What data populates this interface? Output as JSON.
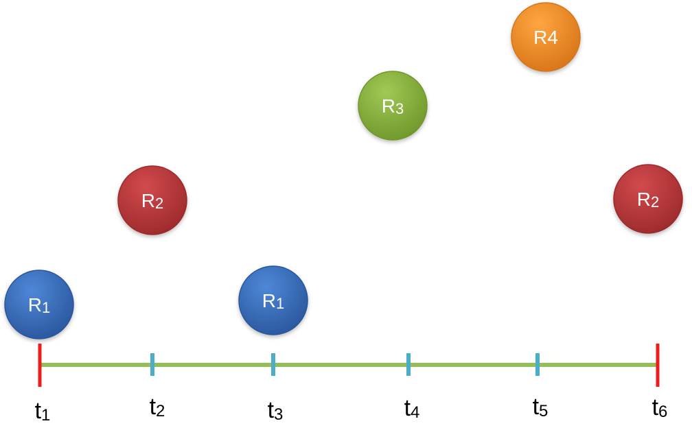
{
  "colors": {
    "blue": "#3a6fc0",
    "blue_dark": "#2a569c",
    "red": "#c0393c",
    "red_dark": "#9c2a2c",
    "green": "#8bb53c",
    "green_dark": "#6f972a",
    "orange": "#f3902c",
    "orange_dark": "#d77418",
    "timeline": "#93bf57",
    "end_marker": "#ee1c1c",
    "tick_marker": "#4baec6"
  },
  "timeline": {
    "ticks": [
      {
        "base": "t",
        "sub": "1",
        "kind": "end"
      },
      {
        "base": "t",
        "sub": "2",
        "kind": "mid"
      },
      {
        "base": "t",
        "sub": "3",
        "kind": "mid"
      },
      {
        "base": "t",
        "sub": "4",
        "kind": "mid"
      },
      {
        "base": "t",
        "sub": "5",
        "kind": "mid"
      },
      {
        "base": "t",
        "sub": "6",
        "kind": "end"
      }
    ]
  },
  "nodes": [
    {
      "base": "R",
      "sub": "1",
      "color": "blue"
    },
    {
      "base": "R",
      "sub": "2",
      "color": "red"
    },
    {
      "base": "R",
      "sub": "1",
      "color": "blue"
    },
    {
      "base": "R",
      "sub": "3",
      "color": "green"
    },
    {
      "base": "R4",
      "sub": "",
      "color": "orange"
    },
    {
      "base": "R",
      "sub": "2",
      "color": "red"
    }
  ]
}
